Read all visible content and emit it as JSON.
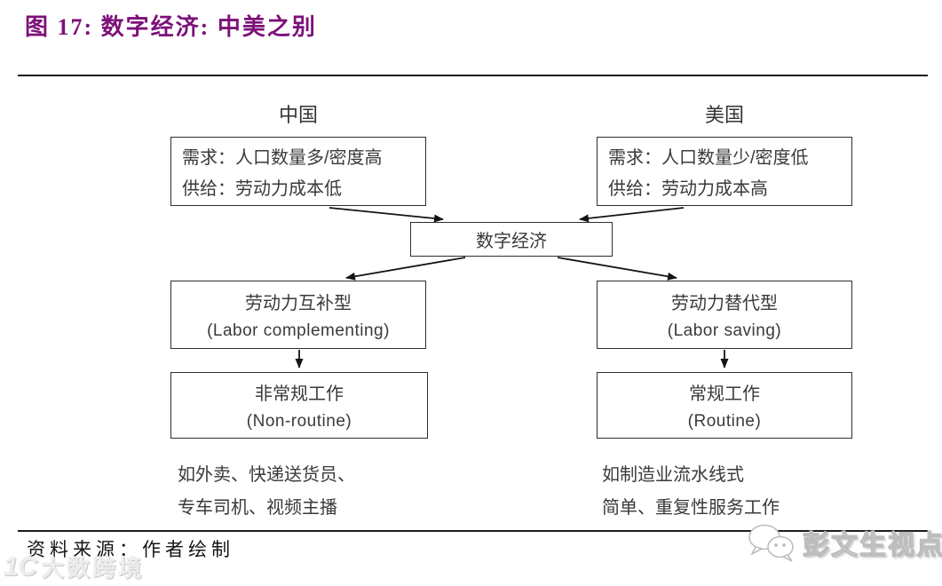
{
  "title": "图 17: 数字经济: 中美之别",
  "columns": {
    "china": {
      "header": "中国",
      "top_box": {
        "demand": "需求：人口数量多/密度高",
        "supply": "供给：劳动力成本低"
      },
      "mid_box": {
        "cn": "劳动力互补型",
        "en": "(Labor complementing)"
      },
      "bottom_box": {
        "cn": "非常规工作",
        "en": "(Non-routine)"
      },
      "example": {
        "line1": "如外卖、快递送货员、",
        "line2": "专车司机、视频主播"
      }
    },
    "us": {
      "header": "美国",
      "top_box": {
        "demand": "需求：人口数量少/密度低",
        "supply": "供给：劳动力成本高"
      },
      "mid_box": {
        "cn": "劳动力替代型",
        "en": "(Labor saving)"
      },
      "bottom_box": {
        "cn": "常规工作",
        "en": "(Routine)"
      },
      "example": {
        "line1": "如制造业流水线式",
        "line2": "简单、重复性服务工作"
      }
    }
  },
  "center_box": {
    "label": "数字经济"
  },
  "footer": {
    "source": "资料来源：作者绘制"
  },
  "watermarks": {
    "bottom_left_logo": "1C",
    "bottom_left_text": "大数跨境",
    "bottom_right_icon": "wechat-icon",
    "bottom_right_text": "彭文生视点"
  },
  "colors": {
    "title": "#7C1179",
    "box_border": "#2e2e2e",
    "text": "#3a3a3a",
    "arrow": "#141414"
  }
}
